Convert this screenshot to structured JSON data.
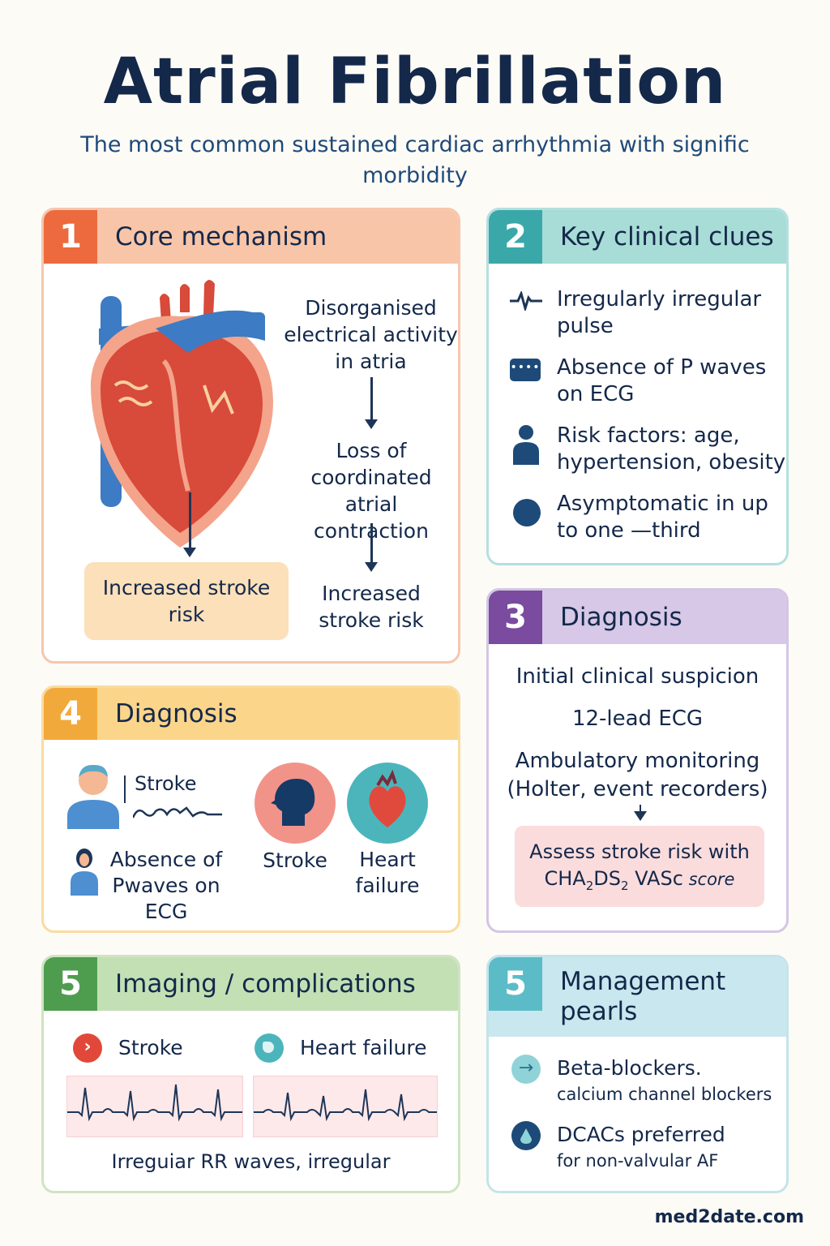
{
  "header": {
    "title": "Atrial Fibrillation",
    "subtitle": "The most common sustained cardiac arrhythmia with signific morbidity"
  },
  "colors": {
    "orange": "#ec6a3d",
    "teal": "#3aa8a8",
    "purple": "#7a4b9e",
    "amber": "#f2a93b",
    "green": "#4e9d4e",
    "light_teal": "#5bbcc8",
    "navy": "#14284a"
  },
  "card1": {
    "number": "1",
    "title": "Core mechanism",
    "step1": "Disorganised electrical activity in atria",
    "step2": "Loss of coordinated atrial contraction",
    "step3": "Increased stroke risk",
    "heart_box": "Increased stroke risk"
  },
  "card2": {
    "number": "2",
    "title": "Key clinical clues",
    "items": [
      {
        "icon": "pulse-wave-icon",
        "text": "Irregularly irregular pulse"
      },
      {
        "icon": "ecg-monitor-icon",
        "text": "Absence of P waves on ECG"
      },
      {
        "icon": "person-icon",
        "text": "Risk factors: age, hypertension, obesity"
      },
      {
        "icon": "dot-icon",
        "text": "Asymptomatic in up to one —third"
      }
    ]
  },
  "card3": {
    "number": "3",
    "title": "Diagnosis",
    "line1": "Initial clinical suspicion",
    "line2": "12-lead ECG",
    "line3": "Ambulatory monitoring (Holter, event recorders)",
    "box_prefix": "Assess stroke risk with",
    "score_cha": "CHA",
    "score_sub1": "2",
    "score_ds": "DS",
    "score_sub2": "2",
    "score_vasc": " VASc",
    "score_word": " score"
  },
  "card4": {
    "number": "4",
    "title": "Diagnosis",
    "patient_label": "Stroke",
    "absence_label": "Absence of Pwaves on ECG",
    "stroke_label": "Stroke",
    "hf_label": "Heart failure"
  },
  "card5": {
    "number": "5",
    "title": "Imaging / complications",
    "stroke_label": "Stroke",
    "hf_label": "Heart failure",
    "caption": "Irreguiar RR waves, irregular"
  },
  "card6": {
    "number": "5",
    "title": "Management pearls",
    "item1_main": "Beta-blockers.",
    "item1_sub": "calcium channel blockers",
    "item2_main": "DCACs preferred",
    "item2_sub": "for non-valvular AF"
  },
  "footer": {
    "site": "med2date.com"
  }
}
